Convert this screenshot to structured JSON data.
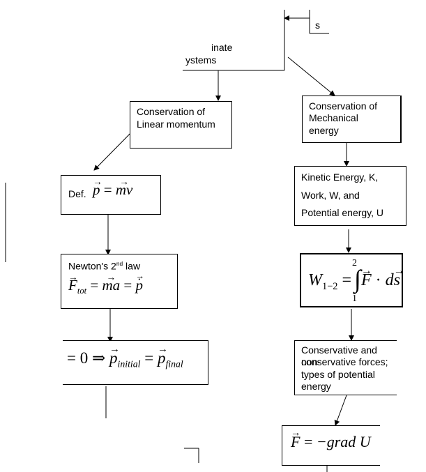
{
  "top_box": {
    "label_fragment": "s"
  },
  "coordinate": {
    "line1": "inate",
    "line2": "ystems"
  },
  "linear": {
    "line1": "Conservation of",
    "line2": "Linear momentum"
  },
  "mechanical": {
    "line1": "Conservation of",
    "line2": "Mechanical",
    "line3": "energy"
  },
  "def": {
    "label": "Def.",
    "lhs": "p",
    "eq": "=",
    "rhs": "mv"
  },
  "energy": {
    "line1": "Kinetic Energy, K,",
    "line2": "Work, W, and",
    "line3": "Potential energy, U"
  },
  "newton": {
    "label_pre": "Newton's 2",
    "label_sup": "nd",
    "label_post": " law",
    "F": "F",
    "tot": "tot",
    "eq": "=",
    "ma": "ma",
    "eq2": "=",
    "pdot": "p"
  },
  "work": {
    "W": "W",
    "sub": "1−2",
    "eq": "=",
    "upper": "2",
    "lower": "1",
    "integral": "∫",
    "F": "F",
    "cdot": "·",
    "ds": "d",
    "s": "s"
  },
  "conservation_cond": {
    "zero": "= 0",
    "implies": "⇒",
    "p1": "p",
    "initial": "initial",
    "eq": "=",
    "p2": "p",
    "final": "final"
  },
  "forces": {
    "line1": "Conservative and non-",
    "line2": "conservative forces;",
    "line3": "types of potential",
    "line4": "energy"
  },
  "grad": {
    "F": "F",
    "eq": "=",
    "rhs": "−grad U"
  }
}
